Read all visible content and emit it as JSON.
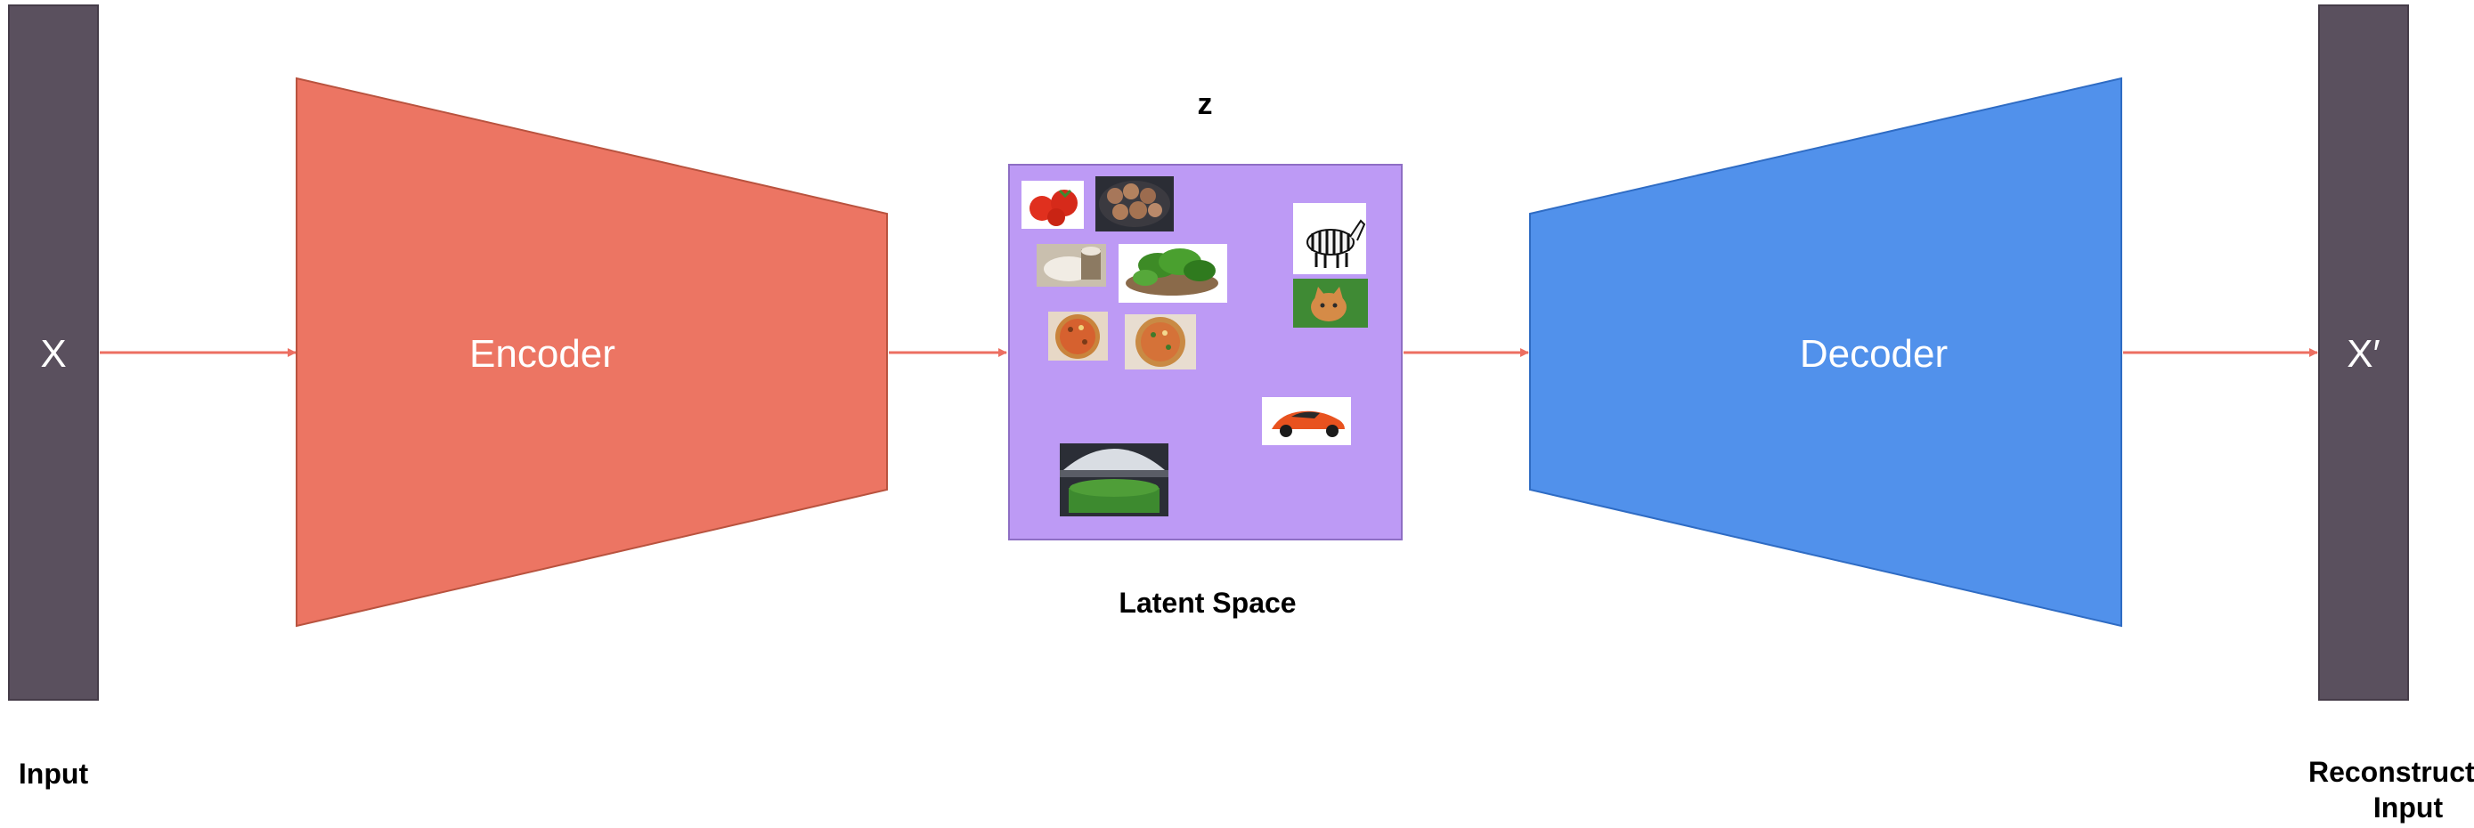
{
  "input_bar": {
    "symbol": "X",
    "caption": "Input"
  },
  "encoder": {
    "label": "Encoder"
  },
  "latent": {
    "symbol": "z",
    "caption": "Latent Space",
    "items": [
      {
        "id": "tomatoes",
        "icon": "tomatoes-photo"
      },
      {
        "id": "potatoes",
        "icon": "potatoes-photo"
      },
      {
        "id": "flour",
        "icon": "flour-photo"
      },
      {
        "id": "spinach",
        "icon": "spinach-bowl-photo"
      },
      {
        "id": "pizza-1",
        "icon": "pizza-photo"
      },
      {
        "id": "pizza-2",
        "icon": "pizza-photo"
      },
      {
        "id": "stadium",
        "icon": "stadium-photo"
      },
      {
        "id": "zebra",
        "icon": "zebra-photo"
      },
      {
        "id": "cat",
        "icon": "cat-photo"
      },
      {
        "id": "sports-car",
        "icon": "sports-car-photo"
      }
    ]
  },
  "decoder": {
    "label": "Decoder"
  },
  "output_bar": {
    "symbol": "X′",
    "caption_line1": "Reconstructed",
    "caption_line2": "Input"
  },
  "colors": {
    "bar": "#5a505e",
    "encoder": "#ec7563",
    "decoder": "#5191eb",
    "latent": "#bd9af5",
    "arrow": "#ec6f62"
  }
}
